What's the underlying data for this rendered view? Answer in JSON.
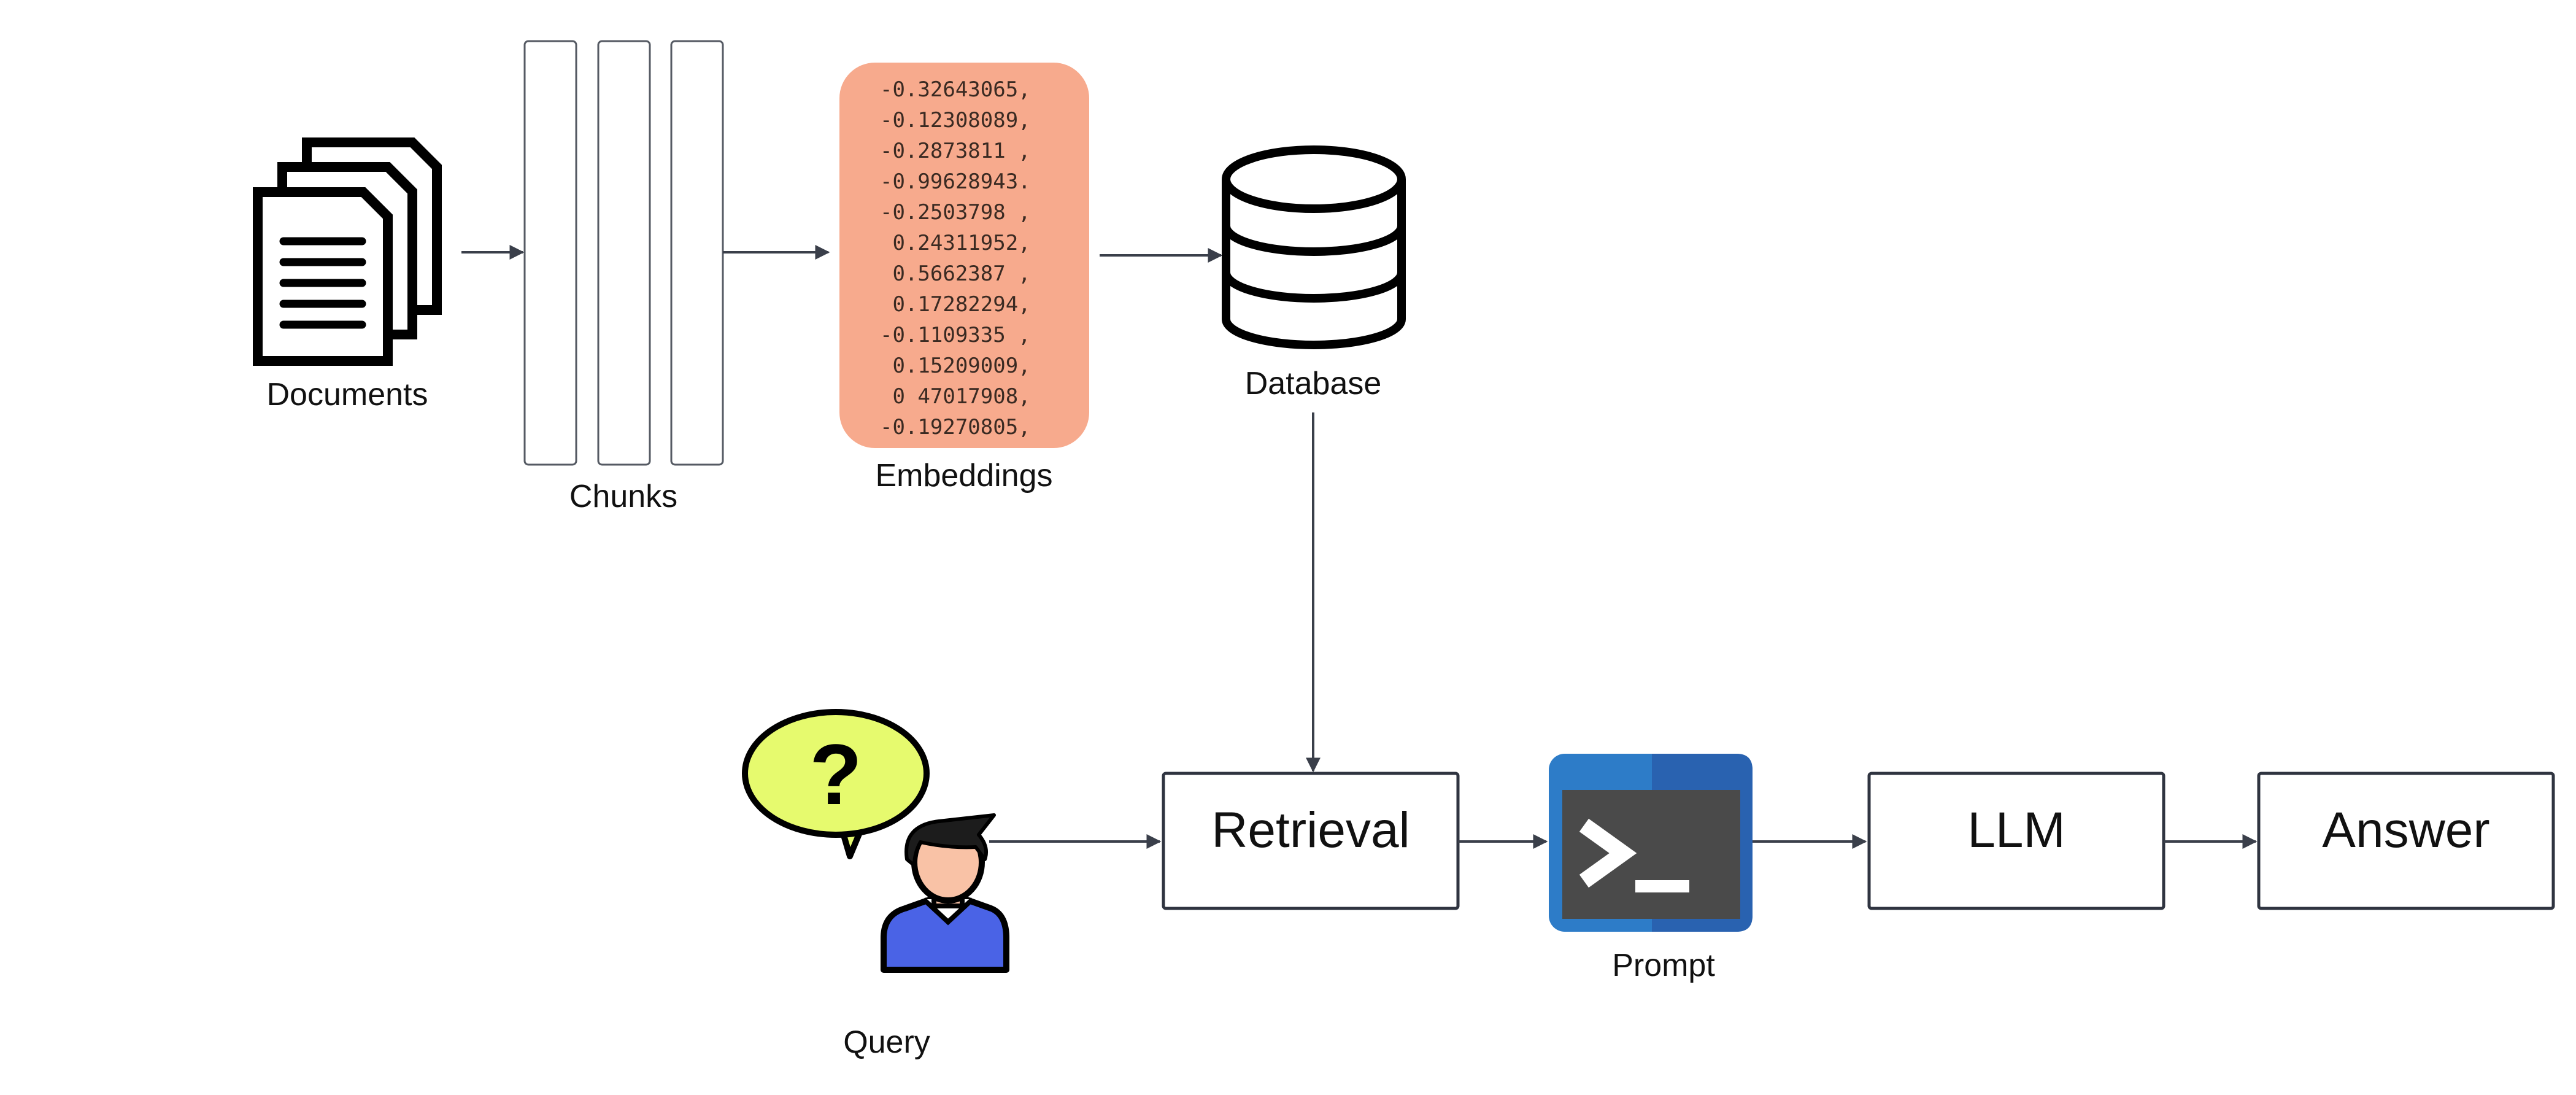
{
  "labels": {
    "documents": "Documents",
    "chunks": "Chunks",
    "embeddings": "Embeddings",
    "database": "Database",
    "query": "Query",
    "retrieval": "Retrieval",
    "prompt": "Prompt",
    "llm": "LLM",
    "answer": "Answer"
  },
  "embedding_values": [
    "-0.32643065,",
    "-0.12308089,",
    "-0.2873811 ,",
    "-0.99628943.",
    "-0.2503798 ,",
    " 0.24311952,",
    " 0.5662387 ,",
    " 0.17282294,",
    "-0.1109335 ,",
    " 0.15209009,",
    " 0 47017908,",
    "-0.19270805,"
  ],
  "query_bubble_symbol": "?",
  "colors": {
    "embeddings_bg": "#F7AA8D",
    "speech_bubble": "#E6FA6E",
    "person_shirt": "#4A63E6",
    "person_skin": "#F9C2A6",
    "prompt_bg": "#2D7CC8",
    "prompt_screen": "#4A4A4A"
  }
}
